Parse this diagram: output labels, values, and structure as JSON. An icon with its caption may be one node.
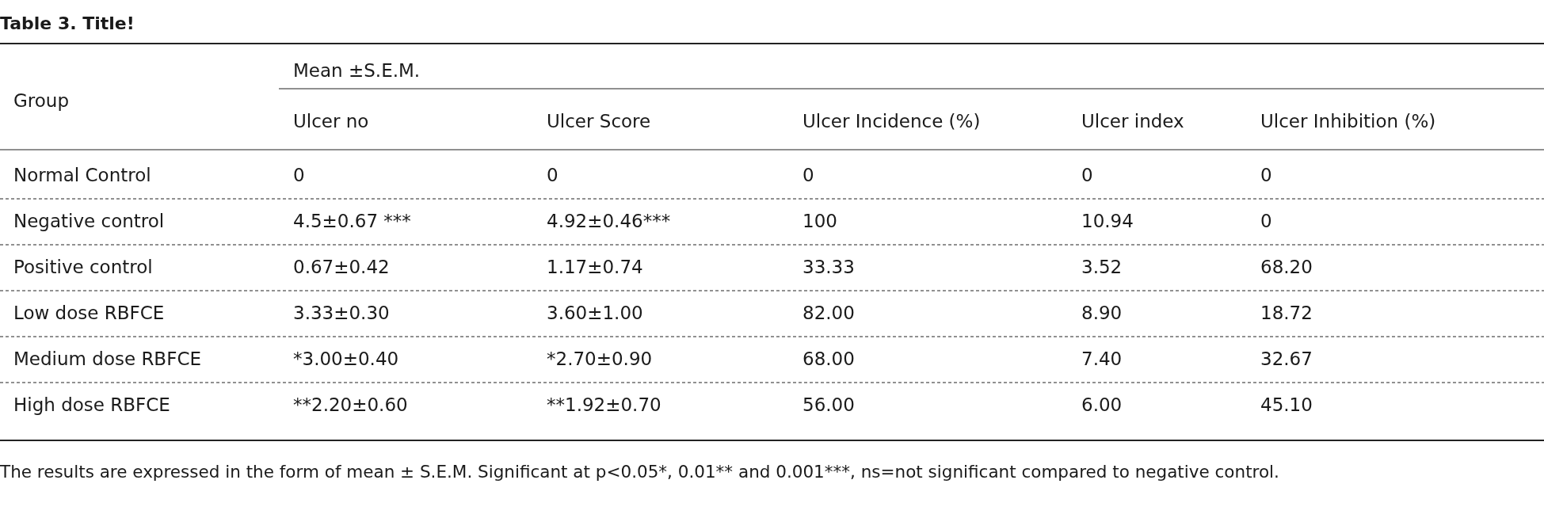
{
  "diagram": {
    "title": "Table 3. Title!",
    "caption": "The results are expressed in the form of mean ± S.E.M. Significant at p<0.05*, 0.01** and 0.001***, ns=not significant compared to negative control.",
    "labels": [
      "Group",
      "Mean ±S.E.M.",
      "Ulcer no",
      "Ulcer Score",
      "Ulcer Incidence (%)",
      "Ulcer index",
      "Ulcer Inhibition (%)",
      "Normal Control",
      "0",
      "0",
      "0",
      "0",
      "0",
      "Negative control",
      "4.5±0.67 ***",
      "4.92±0.46***",
      "100",
      "10.94",
      "0",
      "Positive control",
      "0.67±0.42",
      "1.17±0.74",
      "33.33",
      "3.52",
      "68.20",
      "Low dose RBFCE",
      "3.33±0.30",
      "3.60±1.00",
      "82.00",
      "8.90",
      "18.72",
      "Medium dose RBFCE",
      "*3.00±0.40",
      "*2.70±0.90",
      "68.00",
      "7.40",
      "32.67",
      "High dose RBFCE",
      "**2.20±0.60",
      "**1.92±0.70",
      "56.00",
      "6.00",
      "45.10"
    ]
  }
}
